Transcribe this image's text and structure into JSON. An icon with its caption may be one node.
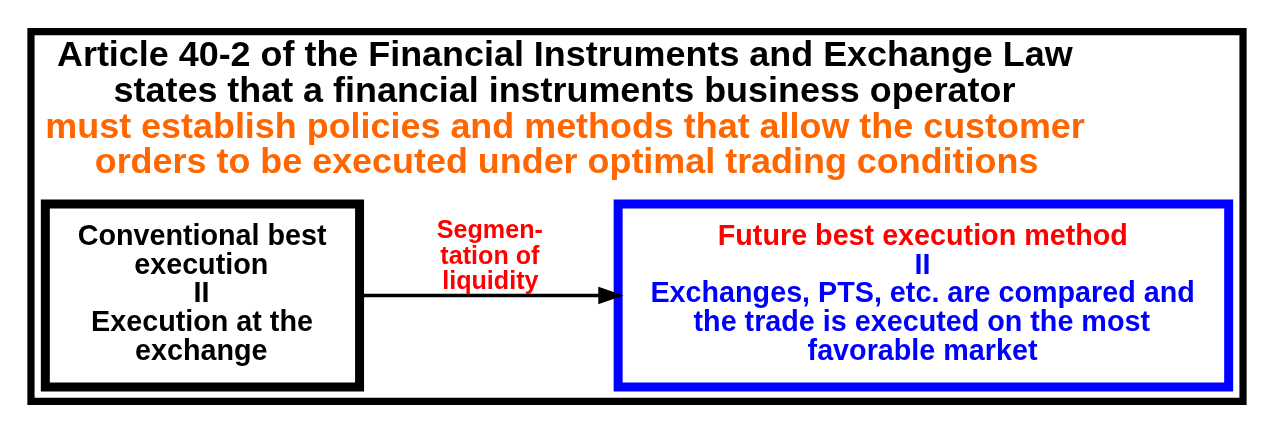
{
  "diagram": {
    "nodes": [
      {
        "text": [
          "Article 40-2 of the Financial Instruments and Exchange Law states that a financial instruments business operator",
          "must establish policies and methods that allow the customer orders to be executed under optimal trading conditions"
        ]
      },
      {
        "text": [
          "Conventional best execution",
          "II",
          "Execution at the exchange"
        ],
        "in": 0
      },
      {
        "text": [
          "Future best execution method",
          "II",
          "Exchanges, PTS, etc. are compared and the trade is executed on the most favorable market"
        ],
        "in": 0
      }
    ],
    "edges": [
      {
        "from": 1,
        "to": 2,
        "arrow": "to",
        "label": "Segmen- tation of liquidity"
      }
    ]
  }
}
